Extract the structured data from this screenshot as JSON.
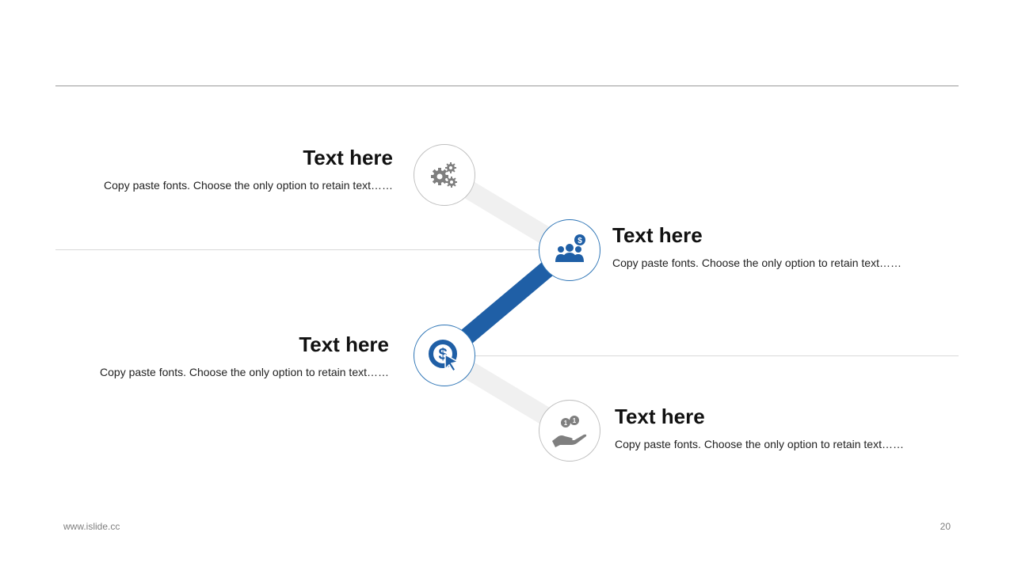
{
  "items": [
    {
      "title": "Text here",
      "description": "Copy paste fonts. Choose the only option to retain text……",
      "icon": "gears-icon",
      "highlighted": false
    },
    {
      "title": "Text here",
      "description": "Copy paste fonts. Choose the only option to retain text……",
      "icon": "team-money-icon",
      "highlighted": true
    },
    {
      "title": "Text here",
      "description": "Copy paste fonts. Choose the only option to retain text……",
      "icon": "dollar-click-icon",
      "highlighted": true
    },
    {
      "title": "Text here",
      "description": "Copy paste fonts. Choose the only option to retain text……",
      "icon": "hand-coins-icon",
      "highlighted": false
    }
  ],
  "footer": {
    "url": "www.islide.cc",
    "page": "20"
  },
  "colors": {
    "accent": "#1f5fa6",
    "muted_connector": "#f0f0f0",
    "muted_icon": "#7f7f7f",
    "rule": "#9a9a9a"
  }
}
